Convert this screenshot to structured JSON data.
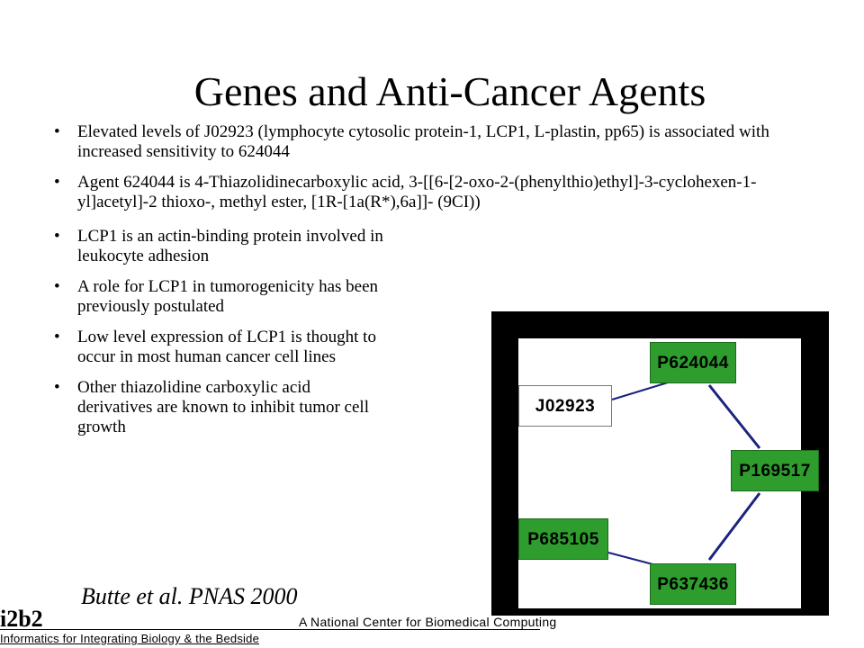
{
  "title": "Genes and Anti-Cancer Agents",
  "top_bullets": [
    "Elevated levels of J02923 (lymphocyte cytosolic protein-1, LCP1, L-plastin, pp65) is associated with increased sensitivity to 624044",
    "Agent 624044 is 4-Thiazolidinecarboxylic acid, 3-[[6-[2-oxo-2-(phenylthio)ethyl]-3-cyclohexen-1-yl]acetyl]-2 thioxo-, methyl ester, [1R-[1a(R*),6a]]- (9CI))"
  ],
  "left_bullets": [
    "LCP1 is an actin-binding protein involved in leukocyte adhesion",
    "A role for LCP1 in tumorogenicity has been previously postulated",
    "Low level expression of LCP1 is thought to occur in most human cancer cell lines",
    "Other thiazolidine carboxylic acid derivatives are known to inhibit tumor cell growth"
  ],
  "citation": "Butte et al. PNAS 2000",
  "footer": {
    "logo": "i2b2",
    "center": "A National Center for Biomedical Computing",
    "subtitle": "Informatics for Integrating Biology & the Bedside"
  },
  "network": {
    "colors": {
      "drug": "#2e9d2e",
      "gene": "#ffffff",
      "edge": "#1a237e"
    },
    "nodes": [
      {
        "id": "J02923",
        "label": "J02923",
        "kind": "gene"
      },
      {
        "id": "P624044",
        "label": "P624044",
        "kind": "drug"
      },
      {
        "id": "P169517",
        "label": "P169517",
        "kind": "drug"
      },
      {
        "id": "P637436",
        "label": "P637436",
        "kind": "drug"
      },
      {
        "id": "P685105",
        "label": "P685105",
        "kind": "drug"
      }
    ],
    "edges": [
      {
        "from": "J02923",
        "to": "P624044"
      },
      {
        "from": "P624044",
        "to": "P169517"
      },
      {
        "from": "P169517",
        "to": "P637436"
      },
      {
        "from": "P637436",
        "to": "P685105"
      }
    ]
  }
}
